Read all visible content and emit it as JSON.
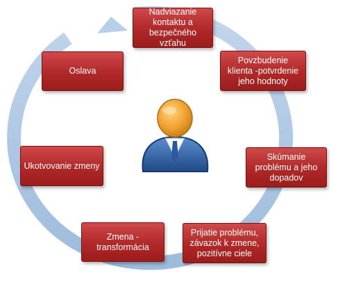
{
  "diagram": {
    "nodes": [
      {
        "id": "n1",
        "label": "Nadviazanie\nkontaktu a\nbezpečného vzťahu"
      },
      {
        "id": "n2",
        "label": "Povzbudenie\nklienta -potvrdenie\njeho hodnoty"
      },
      {
        "id": "n3",
        "label": "Skúmanie\nproblému a jeho\ndopadov"
      },
      {
        "id": "n4",
        "label": "Prijatie problému,\nzávazok k zmene,\npozitívne ciele"
      },
      {
        "id": "n5",
        "label": "Zmena -\ntransformácia"
      },
      {
        "id": "n6",
        "label": "Ukotvovanie zmeny"
      },
      {
        "id": "n7",
        "label": "Oslava"
      }
    ],
    "colors": {
      "box": "#b32a2a",
      "ring": "#a8c4e0",
      "head": "#f0a030",
      "body": "#2f5e9c"
    }
  }
}
